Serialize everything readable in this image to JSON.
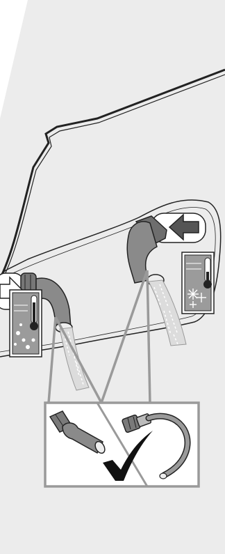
{
  "figure": {
    "type": "installation-illustration",
    "palette": {
      "background": "#ffffff",
      "panel": "#ececec",
      "outline": "#222222",
      "callout": "#9a9a9a",
      "pipe": "#8a8a8a",
      "pipe_dark": "#5a5a5a",
      "water": "#d9d9d9"
    },
    "parts": [
      {
        "id": "hot-water-inlet",
        "icon": "hot-water-thermometer-icon"
      },
      {
        "id": "cold-water-inlet",
        "icon": "cold-water-snowflake-icon"
      },
      {
        "id": "elbow-connector",
        "icon": "elbow-connector-icon"
      },
      {
        "id": "flexible-hose",
        "icon": "flexible-hose-icon"
      },
      {
        "id": "approved",
        "icon": "check-mark-icon"
      }
    ]
  }
}
